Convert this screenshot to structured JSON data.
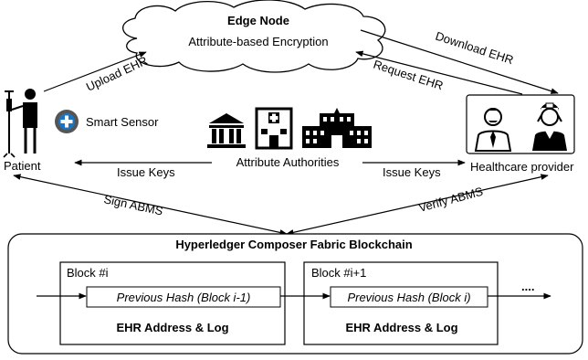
{
  "cloud": {
    "title": "Edge Node",
    "subtitle": "Attribute-based Encryption"
  },
  "patient": {
    "label": "Patient"
  },
  "sensor": {
    "label": "Smart Sensor"
  },
  "authorities": {
    "label": "Attribute Authorities"
  },
  "provider": {
    "label": "Healthcare provider"
  },
  "edges": {
    "upload": "Upload EHR",
    "download": "Download EHR",
    "request": "Request EHR",
    "issue_keys_left": "Issue Keys",
    "issue_keys_right": "Issue Keys",
    "sign": "Sign ABMS",
    "verify": "Verify ABMS"
  },
  "blockchain": {
    "title": "Hyperledger Composer Fabric Blockchain",
    "blocks": [
      {
        "label": "Block #i",
        "hash": "Previous Hash (Block i-1)",
        "content": "EHR Address & Log"
      },
      {
        "label": "Block #i+1",
        "hash": "Previous Hash (Block i)",
        "content": "EHR Address & Log"
      }
    ],
    "continuation": "...."
  }
}
